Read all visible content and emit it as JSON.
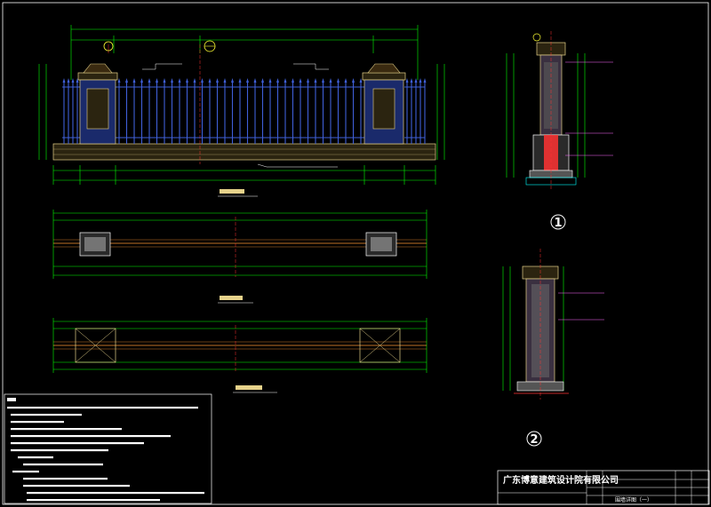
{
  "drawing": {
    "section_markers": [
      "1",
      "2"
    ],
    "title_block": {
      "company": "广东博意建筑设计院有限公司",
      "drawing_name": "围墙详图（一）"
    }
  },
  "colors": {
    "background": "#000000",
    "dimension": "#00ff00",
    "pillar_fill": "#1a2a6b",
    "fence_bar": "#3f5fd8",
    "brick": "#e6d28a",
    "annotation": "#ffffff",
    "leader": "#ff66ff",
    "axis": "#ff3333",
    "marker": "#ffff33",
    "rail": "#ff9933",
    "cyan": "#00ffff"
  }
}
